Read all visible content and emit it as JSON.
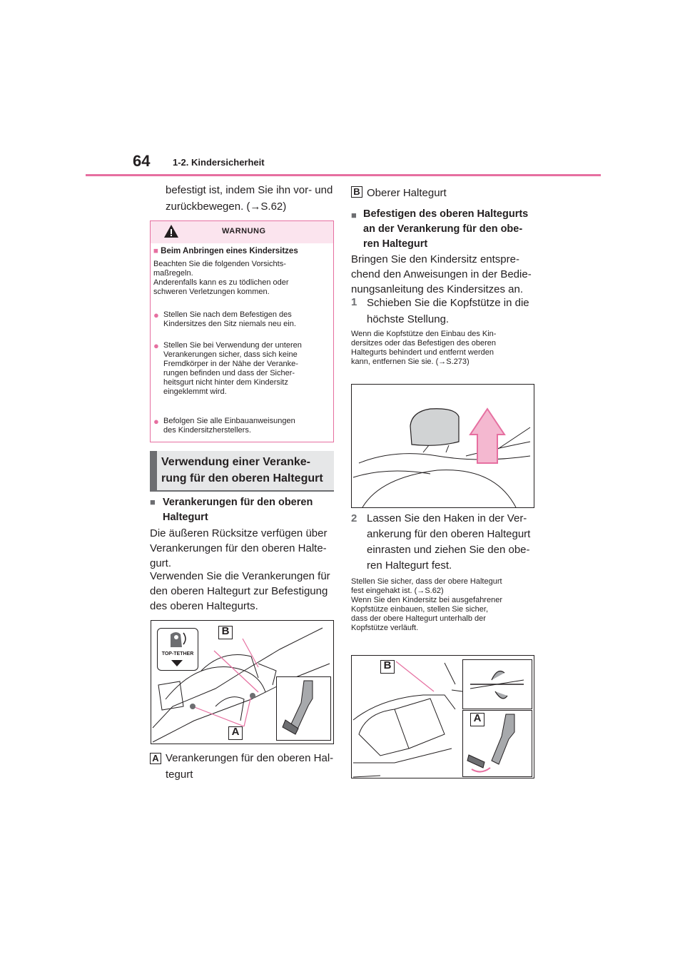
{
  "header": {
    "page_number": "64",
    "section": "1-2. Kindersicherheit"
  },
  "left": {
    "intro_line1": "befestigt ist, indem Sie ihn vor- und",
    "intro_line2": "zurückbewegen. (→S.62)",
    "warning": {
      "title": "WARNUNG",
      "heading": "Beim Anbringen eines Kindersitzes",
      "intro_lines": [
        "Beachten Sie die folgenden Vorsichts-",
        "maßregeln.",
        "Anderenfalls kann es zu tödlichen oder",
        "schweren Verletzungen kommen."
      ],
      "bullet1_lines": [
        "Stellen Sie nach dem Befestigen des",
        "Kindersitzes den Sitz niemals neu ein."
      ],
      "bullet2_lines": [
        "Stellen Sie bei Verwendung der unteren",
        "Verankerungen sicher, dass sich keine",
        "Fremdkörper in der Nähe der Veranke-",
        "rungen befinden und dass der Sicher-",
        "heitsgurt nicht hinter dem Kindersitz",
        "eingeklemmt wird."
      ],
      "bullet3_lines": [
        "Befolgen Sie alle Einbauanweisungen",
        "des Kindersitzherstellers."
      ]
    },
    "topic_title_line1": "Verwendung einer Veranke-",
    "topic_title_line2": "rung für den oberen Haltegurt",
    "sub_heading_lines": [
      "Verankerungen für den oberen",
      "Haltegurt"
    ],
    "para1_lines": [
      "Die äußeren Rücksitze verfügen über",
      "Verankerungen für den oberen Halte-",
      "gurt."
    ],
    "para2_lines": [
      "Verwenden Sie die Verankerungen für",
      "den oberen Haltegurt zur Befestigung",
      "des oberen Haltegurts."
    ],
    "figure_label_top_tether": "TOP-TETHER",
    "legend_a_letter": "A",
    "legend_a_lines": [
      "Verankerungen für den oberen Hal-",
      "tegurt"
    ]
  },
  "right": {
    "legend_b_letter": "B",
    "legend_b_text": "Oberer Haltegurt",
    "sub_heading_lines": [
      "Befestigen des oberen Haltegurts",
      "an der Verankerung für den obe-",
      "ren Haltegurt"
    ],
    "para_lines": [
      "Bringen Sie den Kindersitz entspre-",
      "chend den Anweisungen in der Bedie-",
      "nungsanleitung des Kindersitzes an."
    ],
    "step1_num": "1",
    "step1_lines": [
      "Schieben Sie die Kopfstütze in die",
      "höchste Stellung."
    ],
    "note1_lines": [
      "Wenn die Kopfstütze den Einbau des Kin-",
      "dersitzes oder das Befestigen des oberen",
      "Haltegurts behindert und entfernt werden",
      "kann, entfernen Sie sie. (→S.273)"
    ],
    "step2_num": "2",
    "step2_lines": [
      "Lassen Sie den Haken in der Ver-",
      "ankerung für den oberen Haltegurt",
      "einrasten und ziehen Sie den obe-",
      "ren Haltegurt fest."
    ],
    "note2_lines": [
      "Stellen Sie sicher, dass der obere Haltegurt",
      "fest eingehakt ist. (→S.62)",
      "Wenn Sie den Kindersitz bei ausgefahrener",
      "Kopfstütze einbauen, stellen Sie sicher,",
      "dass der obere Haltegurt unterhalb der",
      "Kopfstütze verläuft."
    ]
  },
  "figure_callouts": {
    "a": "A",
    "b": "B"
  },
  "colors": {
    "accent_pink": "#e66fa0",
    "gray": "#6d6e71",
    "warning_bg": "#fbe4ee",
    "topic_bg": "#e6e7e8"
  }
}
